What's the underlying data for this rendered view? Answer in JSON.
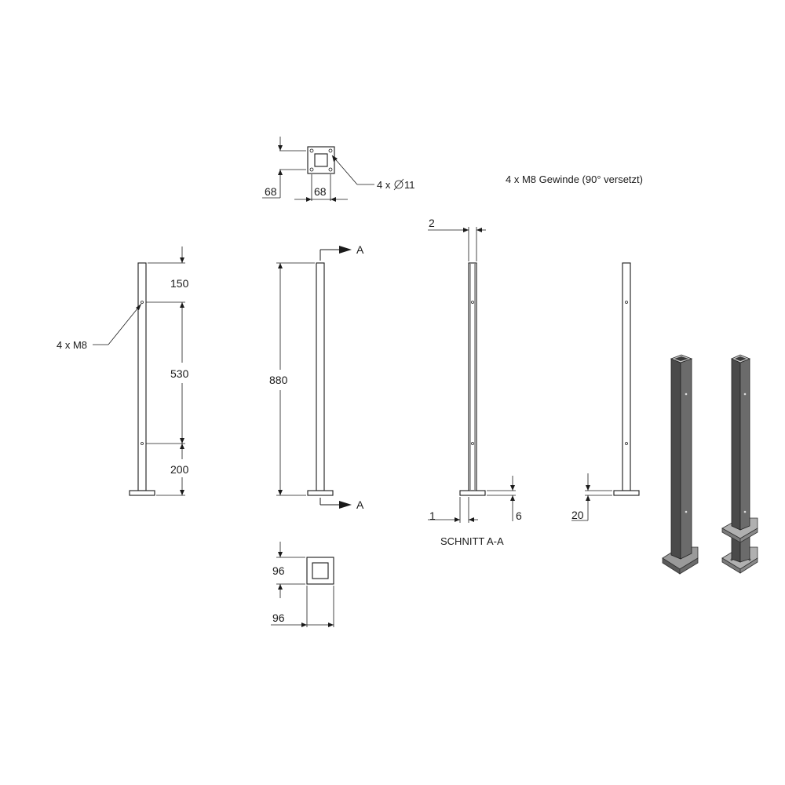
{
  "top_note": "4 x M8 Gewinde (90° versetzt)",
  "base_plate_view": {
    "dim_height": "68",
    "dim_width": "68",
    "holes_label": "4 x",
    "holes_diameter": "11"
  },
  "view_1": {
    "thread_label": "4 x M8",
    "dim_top": "150",
    "dim_middle": "530",
    "dim_bottom": "200"
  },
  "view_2": {
    "dim_length": "880",
    "section_mark_top": "A",
    "section_mark_bottom": "A"
  },
  "section_view": {
    "dim_wall": "2",
    "dim_foot_offset": "1",
    "dim_plate": "6",
    "title": "SCHNITT A-A"
  },
  "view_4": {
    "dim_plate_thickness": "20"
  },
  "tube_view": {
    "dim_height": "96",
    "dim_width": "96"
  },
  "colors": {
    "line": "#1a1a1a",
    "render_dark": "#4a4a4a",
    "render_mid": "#6b6b6b",
    "render_light": "#9a9a9a"
  }
}
